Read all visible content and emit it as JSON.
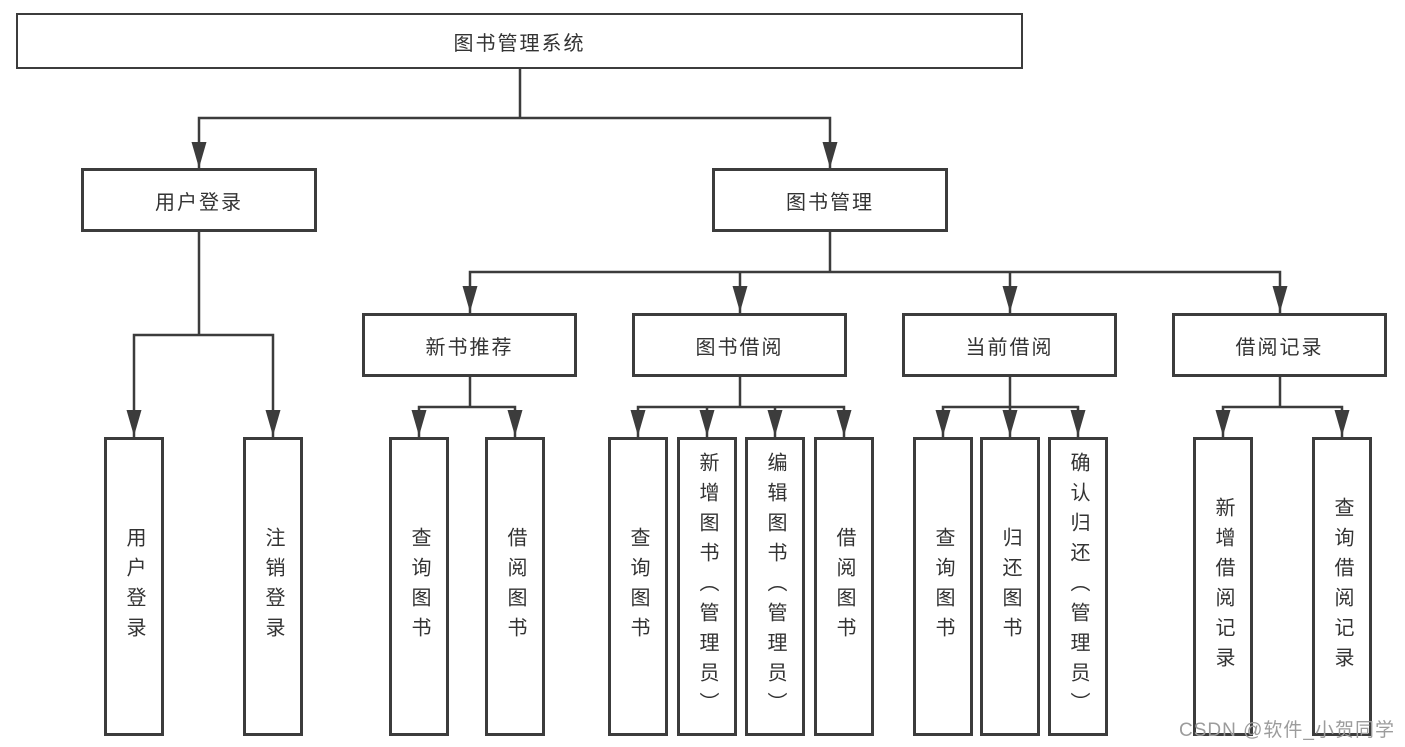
{
  "colors": {
    "line": "#3c3c3c",
    "box_border": "#3c3c3c",
    "text": "#333333",
    "watermark": "#9c9c9c",
    "background": "#ffffff"
  },
  "watermark": {
    "text": "CSDN @软件_小贺同学"
  },
  "tree": {
    "label": "图书管理系统",
    "children": [
      {
        "label": "用户登录",
        "children": [
          {
            "label": "用户登录"
          },
          {
            "label": "注销登录"
          }
        ]
      },
      {
        "label": "图书管理",
        "children": [
          {
            "label": "新书推荐",
            "children": [
              {
                "label": "查询图书"
              },
              {
                "label": "借阅图书"
              }
            ]
          },
          {
            "label": "图书借阅",
            "children": [
              {
                "label": "查询图书"
              },
              {
                "label": "新增图书（管理员）"
              },
              {
                "label": "编辑图书（管理员）"
              },
              {
                "label": "借阅图书"
              }
            ]
          },
          {
            "label": "当前借阅",
            "children": [
              {
                "label": "查询图书"
              },
              {
                "label": "归还图书"
              },
              {
                "label": "确认归还（管理员）"
              }
            ]
          },
          {
            "label": "借阅记录",
            "children": [
              {
                "label": "新增借阅记录"
              },
              {
                "label": "查询借阅记录"
              }
            ]
          }
        ]
      }
    ]
  }
}
